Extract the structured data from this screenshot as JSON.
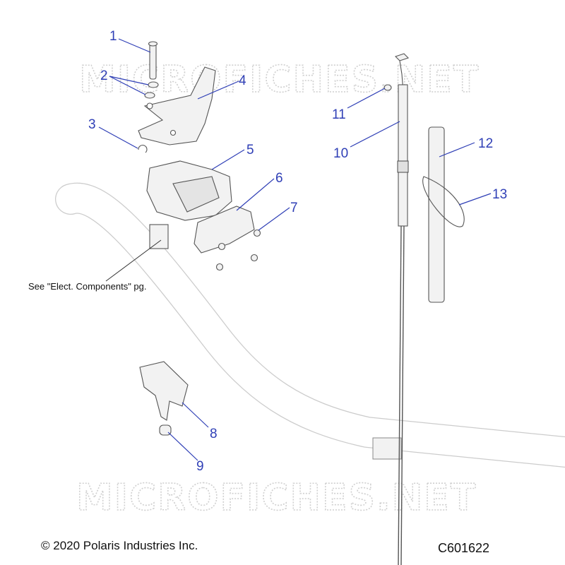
{
  "watermark": "MICROFICHES.NET",
  "copyright": "© 2020 Polaris Industries Inc.",
  "diagram_code": "C601622",
  "note": "See \"Elect. Components\" pg.",
  "callouts": [
    "1",
    "2",
    "3",
    "4",
    "5",
    "6",
    "7",
    "8",
    "9",
    "10",
    "11",
    "12",
    "13"
  ],
  "colors": {
    "callout": "#2f3fb6",
    "part_fill": "#f2f2f2",
    "part_stroke": "#555555",
    "frame": "#cccccc",
    "watermark": "#d0d0d0"
  }
}
